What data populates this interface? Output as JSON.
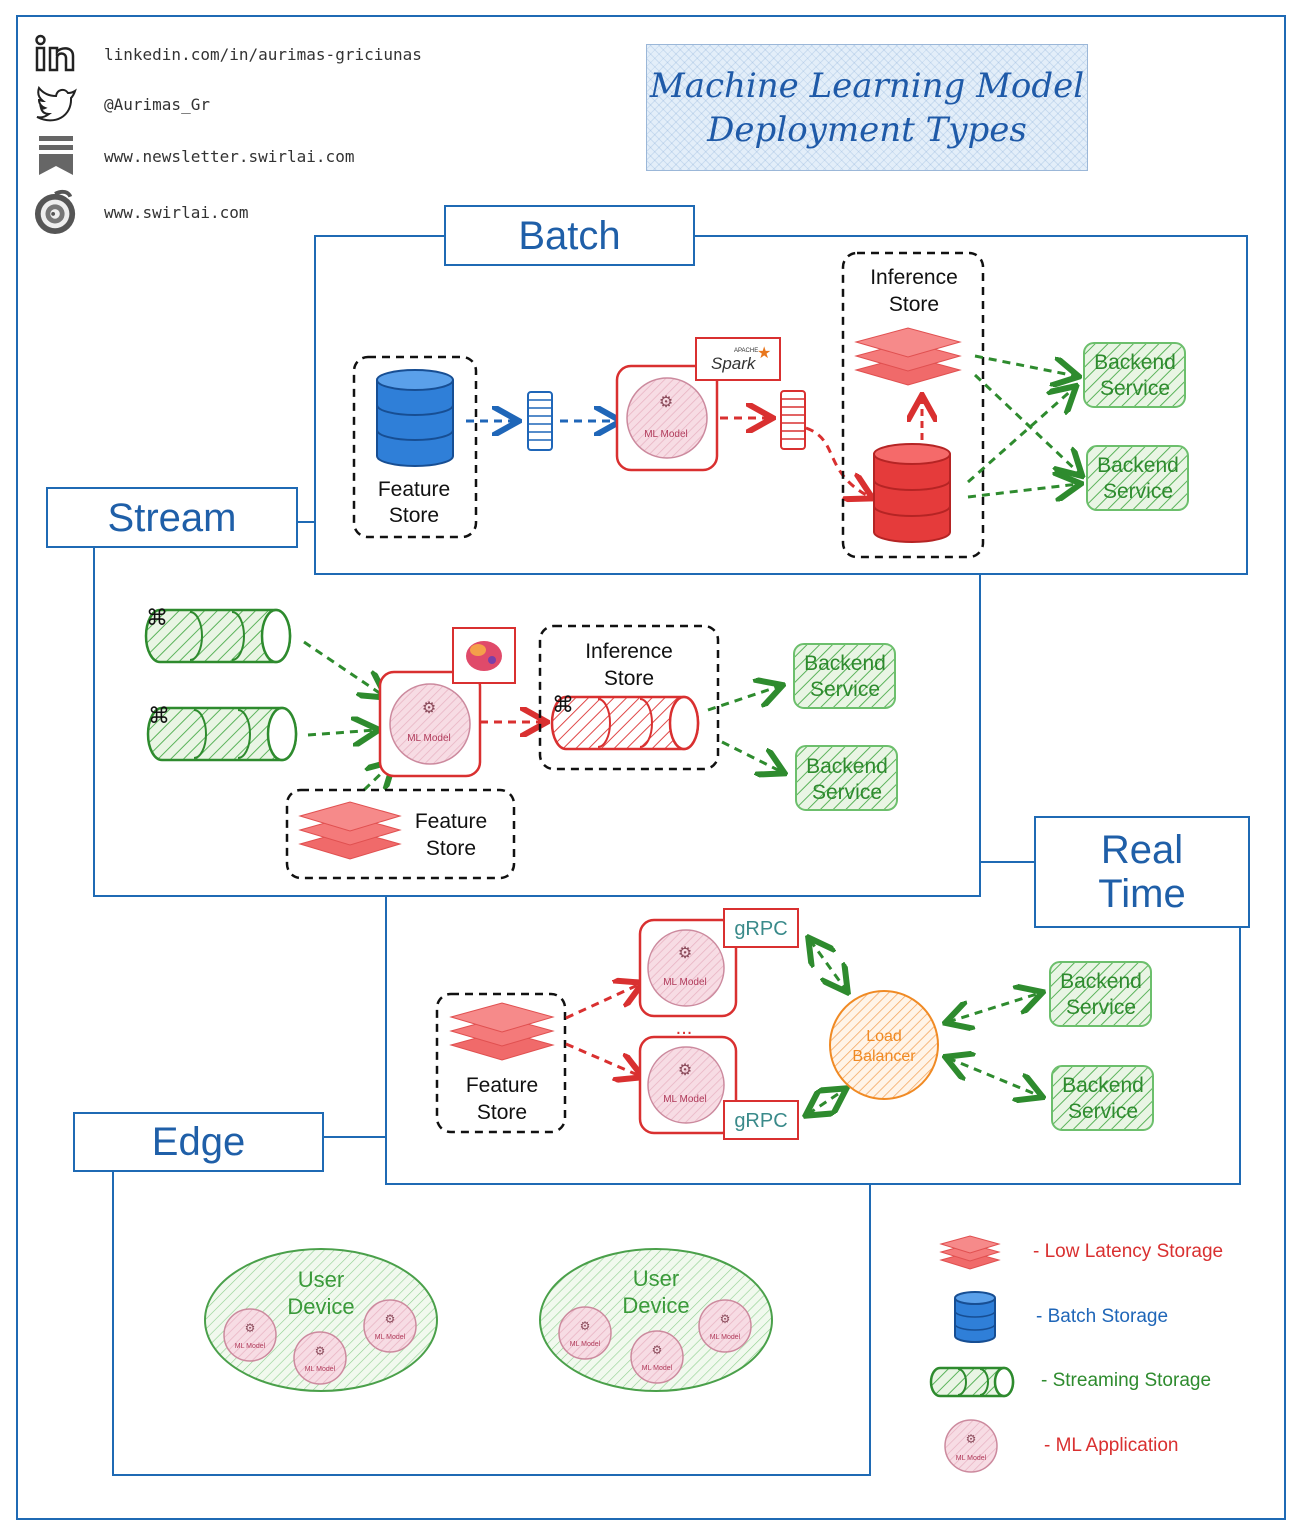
{
  "header": {
    "links": [
      {
        "icon": "linkedin-icon",
        "text": "linkedin.com/in/aurimas-griciunas"
      },
      {
        "icon": "twitter-icon",
        "text": "@Aurimas_Gr"
      },
      {
        "icon": "bookmark-icon",
        "text": "www.newsletter.swirlai.com"
      },
      {
        "icon": "swirl-logo-icon",
        "text": "www.swirlai.com"
      }
    ],
    "title_line1": "Machine Learning Model",
    "title_line2": "Deployment Types"
  },
  "panels": {
    "batch": {
      "label": "Batch"
    },
    "stream": {
      "label": "Stream"
    },
    "realtime": {
      "label_line1": "Real",
      "label_line2": "Time"
    },
    "edge": {
      "label": "Edge"
    }
  },
  "nodes": {
    "feature_store": "Feature Store",
    "inference_store_l1": "Inference",
    "inference_store_l2": "Store",
    "feature_l1": "Feature",
    "feature_l2": "Store",
    "backend_l1": "Backend",
    "backend_l2": "Service",
    "ml_model": "ML Model",
    "spark_badge": "Spark",
    "spark_small": "APACHE",
    "grpc": "gRPC",
    "load_l1": "Load",
    "load_l2": "Balancer",
    "user_l1": "User",
    "user_l2": "Device",
    "ellipsis": "..."
  },
  "legend": [
    {
      "icon": "low-latency-storage-icon",
      "text": "- Low Latency Storage",
      "color": "#d93030"
    },
    {
      "icon": "batch-storage-icon",
      "text": "- Batch Storage",
      "color": "#1f66b8"
    },
    {
      "icon": "streaming-storage-icon",
      "text": "- Streaming Storage",
      "color": "#2e8b2e"
    },
    {
      "icon": "ml-application-icon",
      "text": "- ML Application",
      "color": "#d93030"
    }
  ],
  "colors": {
    "blue": "#1f6ab4",
    "red": "#d93030",
    "green": "#2e8b2e",
    "orange": "#f08a24"
  }
}
